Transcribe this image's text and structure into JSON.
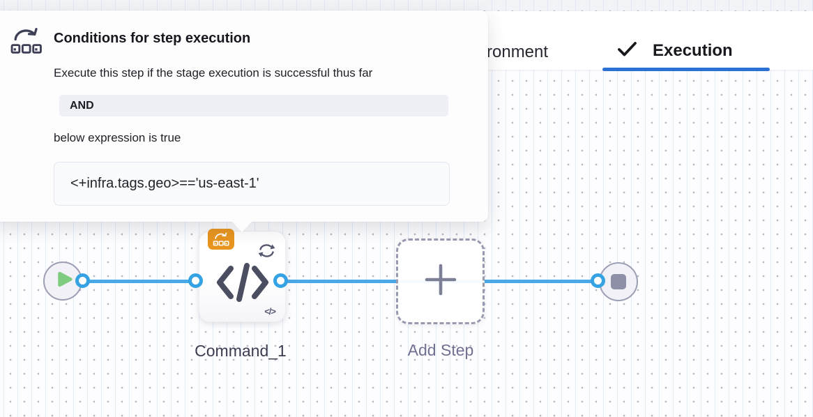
{
  "tabs": {
    "environment_partial": {
      "label": "ronment"
    },
    "execution": {
      "label": "Execution",
      "icon": "check-icon"
    }
  },
  "popover": {
    "icon": "conditional-execution-icon",
    "title": "Conditions for step execution",
    "description": "Execute this step if the stage execution is successful thus far",
    "operator_label": "AND",
    "expression_caption": "below expression is true",
    "expression": "<+infra.tags.geo>=='us-east-1'"
  },
  "pipeline": {
    "start_node": {
      "icon": "play-icon"
    },
    "end_node": {
      "icon": "stop-icon"
    },
    "step": {
      "label": "Command_1",
      "icon": "code-icon",
      "badge_icon": "conditional-execution-icon",
      "loop_icon": "loop-icon",
      "mini_icon_label": "</>"
    },
    "add_step": {
      "label": "Add Step",
      "icon": "plus-icon"
    }
  },
  "colors": {
    "tab_underline_blue": "#2b70d3",
    "connector_blue": "#45a9e8",
    "play_green": "#7fcb80",
    "badge_orange": "#e8951f",
    "node_slate": "#4b4d61"
  }
}
